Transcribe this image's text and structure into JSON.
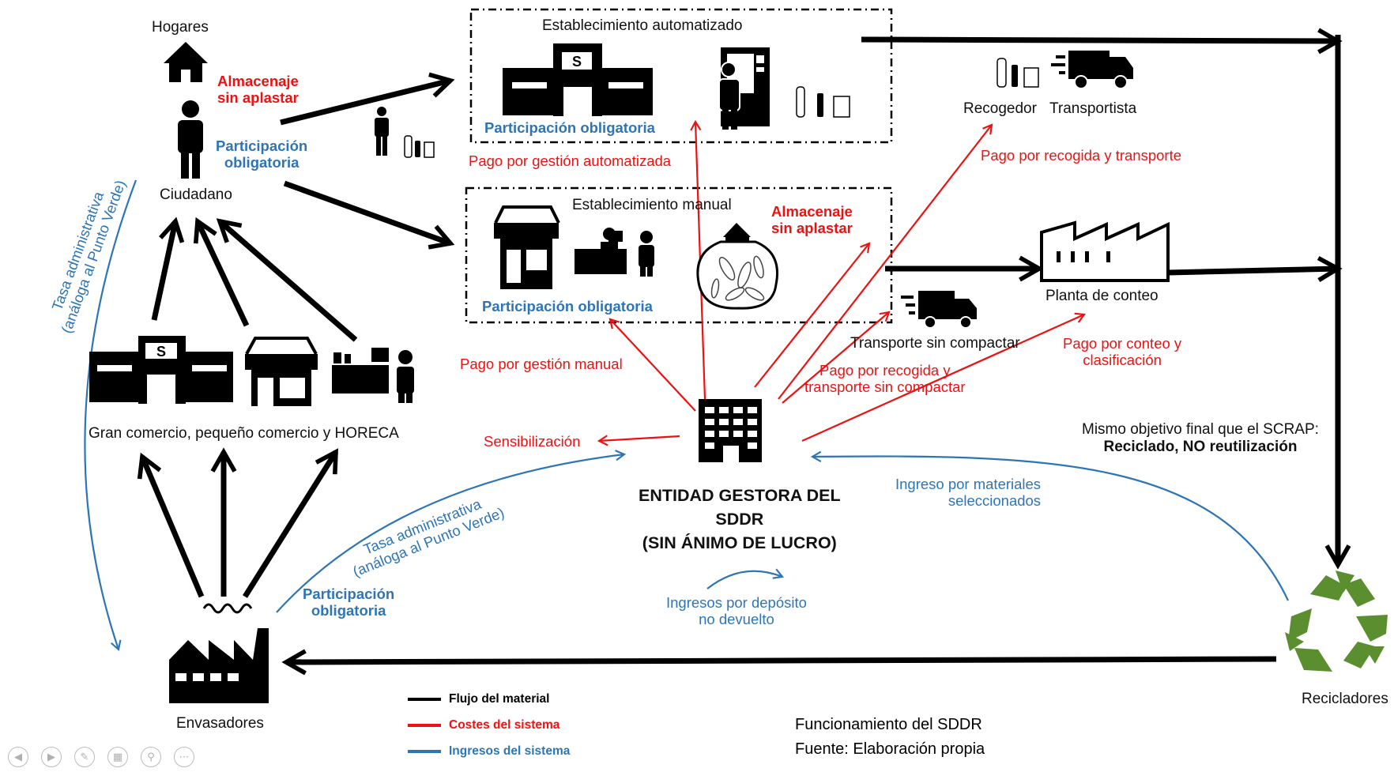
{
  "nodes": {
    "hogares": "Hogares",
    "ciudadano": "Ciudadano",
    "comercio": "Gran comercio, pequeño comercio y HORECA",
    "envasadores": "Envasadores",
    "est_auto": "Establecimiento automatizado",
    "est_manual": "Establecimiento manual",
    "recogedor": "Recogedor",
    "transportista": "Transportista",
    "planta": "Planta de conteo",
    "transporte_sin": "Transporte sin compactar",
    "recicladores": "Recicladores",
    "entidad_1": "ENTIDAD GESTORA DEL",
    "entidad_2": "SDDR",
    "entidad_3": "(SIN ÁNIMO DE LUCRO)"
  },
  "annotations": {
    "almacenaje_1": "Almacenaje",
    "almacenaje_2": "sin aplastar",
    "participacion_1": "Participación",
    "participacion_2": "obligatoria",
    "part_auto": "Participación obligatoria",
    "part_manual": "Participación obligatoria",
    "man_almacenaje_1": "Almacenaje",
    "man_almacenaje_2": "sin aplastar",
    "env_part_1": "Participación",
    "env_part_2": "obligatoria"
  },
  "flows": {
    "pago_auto": "Pago por gestión automatizada",
    "pago_manual": "Pago por gestión manual",
    "pago_recogida": "Pago por recogida y transporte",
    "pago_recogida_sin_1": "Pago por recogida y",
    "pago_recogida_sin_2": "transporte sin compactar",
    "pago_conteo_1": "Pago por conteo y",
    "pago_conteo_2": "clasificación",
    "sensibilizacion": "Sensibilización",
    "tasa_left_1": "Tasa administrativa",
    "tasa_left_2": "(análoga al Punto Verde)",
    "tasa_mid_1": "Tasa administrativa",
    "tasa_mid_2": "(análoga al Punto Verde)",
    "ingreso_materiales_1": "Ingreso por materiales",
    "ingreso_materiales_2": "seleccionados",
    "ingresos_deposito_1": "Ingresos por depósito",
    "ingresos_deposito_2": "no devuelto"
  },
  "objetivo": {
    "line1": "Mismo objetivo final que el SCRAP:",
    "line2": "Reciclado, NO reutilización"
  },
  "legend": [
    {
      "label": "Flujo del material",
      "color": "#000000"
    },
    {
      "label": "Costes del sistema",
      "color": "#ee1111"
    },
    {
      "label": "Ingresos del sistema",
      "color": "#2e75b6"
    }
  ],
  "caption": {
    "title": "Funcionamiento del SDDR",
    "source": "Fuente: Elaboración propia"
  },
  "icons": {
    "shop_letter": "S",
    "recycle_color": "#5b8e2f"
  },
  "nav": [
    "previous-slide",
    "next-slide",
    "pen-tool",
    "slide-sorter",
    "zoom",
    "more-options"
  ]
}
